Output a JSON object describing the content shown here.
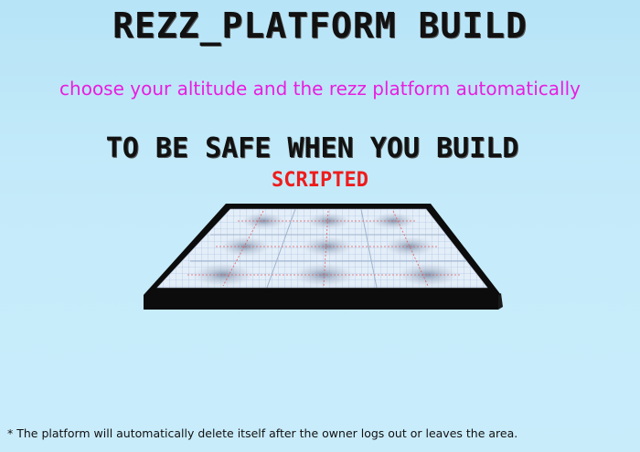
{
  "title": "REZZ_PLATFORM BUILD",
  "subtitle": "choose your altitude and the rezz platform automatically",
  "headline": "TO BE SAFE WHEN YOU BUILD",
  "badge": "SCRIPTED",
  "footnote": "* The platform will automatically delete itself after the owner logs out or leaves the area.",
  "colors": {
    "subtitle": "#e81ee0",
    "badge": "#ee1c1c",
    "platform_frame": "#0c0c0c",
    "platform_tile": "#e4eef8",
    "grid_line": "#9bb8de",
    "red_dash": "#e06060"
  },
  "platform": {
    "image_name": "platform-image",
    "tile_rows": 3,
    "tile_cols": 3
  }
}
